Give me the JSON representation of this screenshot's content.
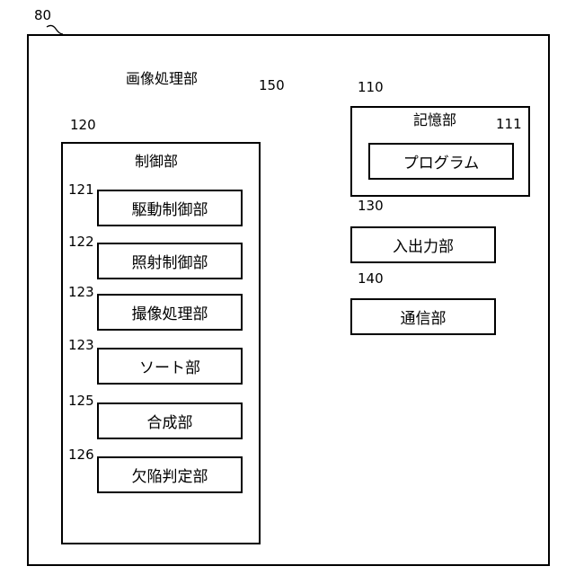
{
  "device": {
    "ref": "80",
    "title": "画像処理部"
  },
  "bus": {
    "ref": "150"
  },
  "control": {
    "ref": "120",
    "title": "制御部",
    "units": [
      {
        "ref": "121",
        "label": "駆動制御部"
      },
      {
        "ref": "122",
        "label": "照射制御部"
      },
      {
        "ref": "123",
        "label": "撮像処理部"
      },
      {
        "ref": "123",
        "label": "ソート部"
      },
      {
        "ref": "125",
        "label": "合成部"
      },
      {
        "ref": "126",
        "label": "欠陥判定部"
      }
    ]
  },
  "storage": {
    "ref": "110",
    "title": "記憶部",
    "program": {
      "ref": "111",
      "label": "プログラム"
    }
  },
  "io": {
    "ref": "130",
    "label": "入出力部"
  },
  "comm": {
    "ref": "140",
    "label": "通信部"
  }
}
